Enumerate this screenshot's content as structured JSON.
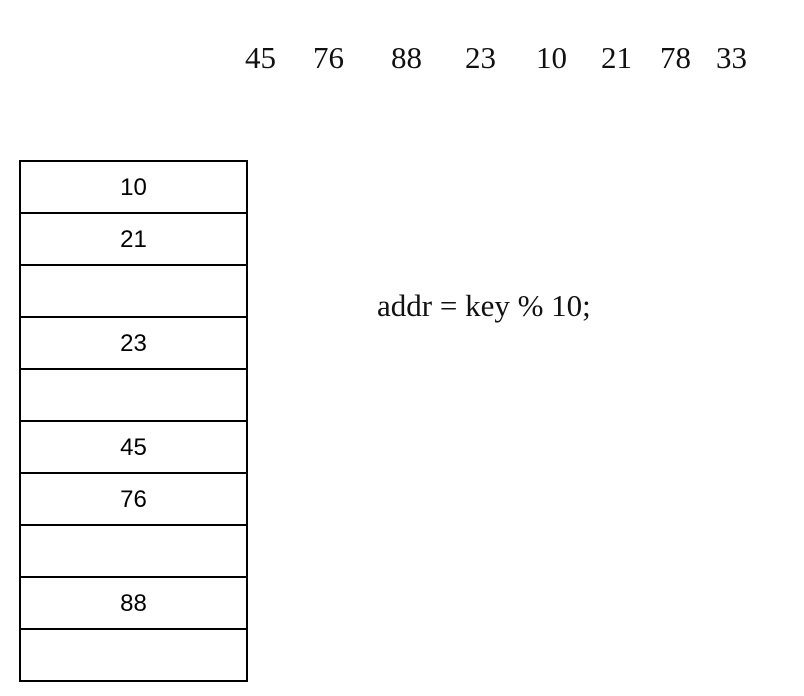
{
  "keys": [
    "45",
    "76",
    "88",
    "23",
    "10",
    "21",
    "78",
    "33"
  ],
  "table": {
    "slots": [
      "10",
      "21",
      "",
      "23",
      "",
      "45",
      "76",
      "",
      "88",
      ""
    ]
  },
  "formula": "addr = key % 10;"
}
